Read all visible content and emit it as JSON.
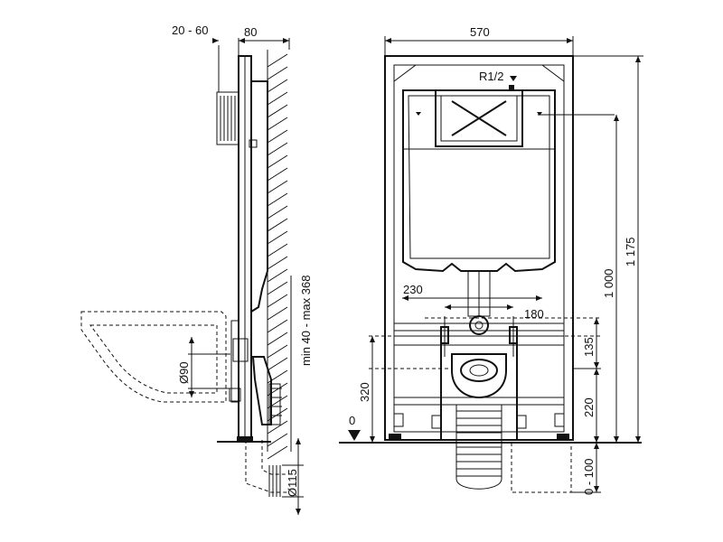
{
  "side_view": {
    "dim_adjust": "20 - 60",
    "dim_depth": "80",
    "dim_wall_range": "min 40 - max 368",
    "dim_outlet": "Ø90",
    "dim_drain": "Ø115"
  },
  "front_view": {
    "dim_width": "570",
    "dim_inlet": "R1/2",
    "dim_total_height": "1 175",
    "dim_tank_height": "1 000",
    "dim_bolt_spacing_outer": "230",
    "dim_bolt_spacing_inner": "180",
    "dim_outlet_height": "320",
    "dim_bolt_gap": "135",
    "dim_bolt_height": "220",
    "dim_floor_zero": "0",
    "dim_floor_range": "0 - 100"
  }
}
